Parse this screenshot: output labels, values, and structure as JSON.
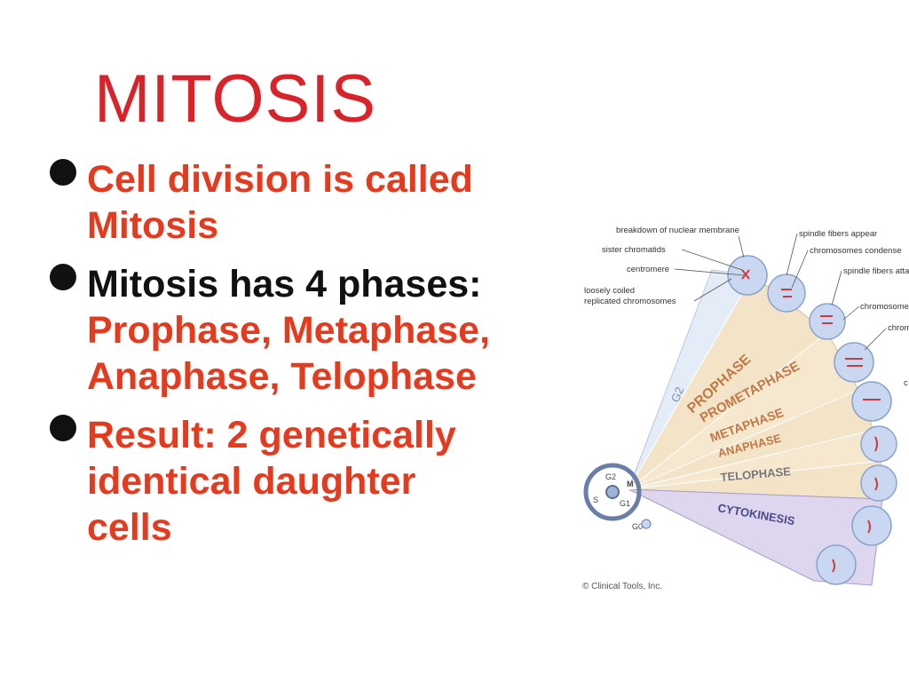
{
  "slide": {
    "title": "MITOSIS",
    "bullets": [
      {
        "lines": [
          "Cell division is called",
          "Mitosis"
        ]
      },
      {
        "head": "Mitosis has 4 phases:",
        "lines": [
          "Prophase, Metaphase,",
          "Anaphase, Telophase"
        ]
      },
      {
        "lines": [
          "Result: 2 genetically",
          "identical daughter",
          "cells"
        ]
      }
    ]
  },
  "diagram": {
    "labels": {
      "nuclear": "breakdown of nuclear membrane",
      "sister": "sister chromatids",
      "centromere": "centromere",
      "coiled1": "loosely coiled",
      "coiled2": "replicated chromosomes",
      "spindle": "spindle fibers appear",
      "condense": "chromosomes condense",
      "spindle_att": "spindle fibers atta",
      "chromosome": "chromosome",
      "chrom": "chrom",
      "c": "c"
    },
    "phases": {
      "g2": "G2",
      "prophase": "PROPHASE",
      "prometaphase": "PROMETAPHASE",
      "metaphase": "METAPHASE",
      "anaphase": "ANAPHASE",
      "telophase": "TELOPHASE",
      "cytokinesis": "CYTOKINESIS"
    },
    "cycle": {
      "g2": "G2",
      "m": "M",
      "s": "S",
      "g1": "G1",
      "g0": "G0"
    },
    "credit": "© Clinical Tools, Inc."
  },
  "colors": {
    "title": "#d8232a",
    "text_red": "#e63a1e",
    "text_black": "#111111"
  }
}
